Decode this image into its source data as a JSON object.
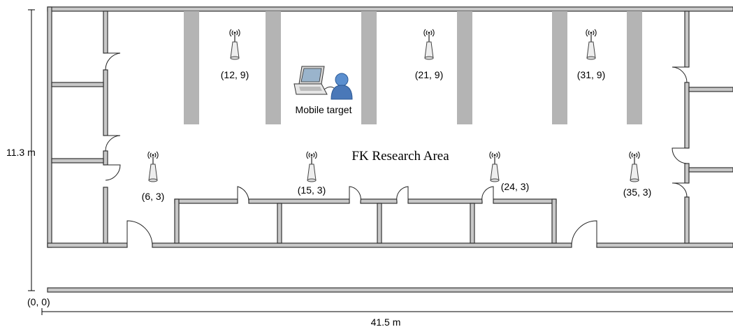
{
  "area_label": "FK Research Area",
  "origin_label": "(0, 0)",
  "width_label": "41.5 m",
  "height_label": "11.3 m",
  "target_label": "Mobile target",
  "anchors": [
    {
      "label": "(12, 9)"
    },
    {
      "label": "(21, 9)"
    },
    {
      "label": "(31, 9)"
    },
    {
      "label": "(6, 3)"
    },
    {
      "label": "(15, 3)"
    },
    {
      "label": "(24, 3)"
    },
    {
      "label": "(35, 3)"
    }
  ],
  "icons": {
    "anchor": "wireless-access-point-icon",
    "laptop": "laptop-icon",
    "person": "person-icon",
    "door": "door-swing-icon"
  },
  "colors": {
    "wall": "#c8c8c8",
    "pillar": "#b4b4b4",
    "person": "#4a78b8"
  }
}
